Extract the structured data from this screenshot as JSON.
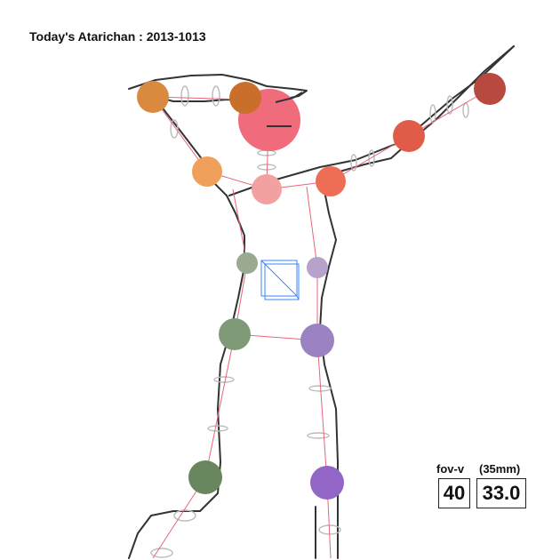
{
  "title": "Today's Atarichan : 2013-1013",
  "fov": {
    "label": "fov-v",
    "value": "40",
    "mm_label": "(35mm)",
    "mm_value": "33.0"
  },
  "colors": {
    "outline": "#333333",
    "bone": "#e8657a",
    "ring": "#bbbbbb",
    "cube": "#3a86ff",
    "head": "#f06b7c"
  }
}
